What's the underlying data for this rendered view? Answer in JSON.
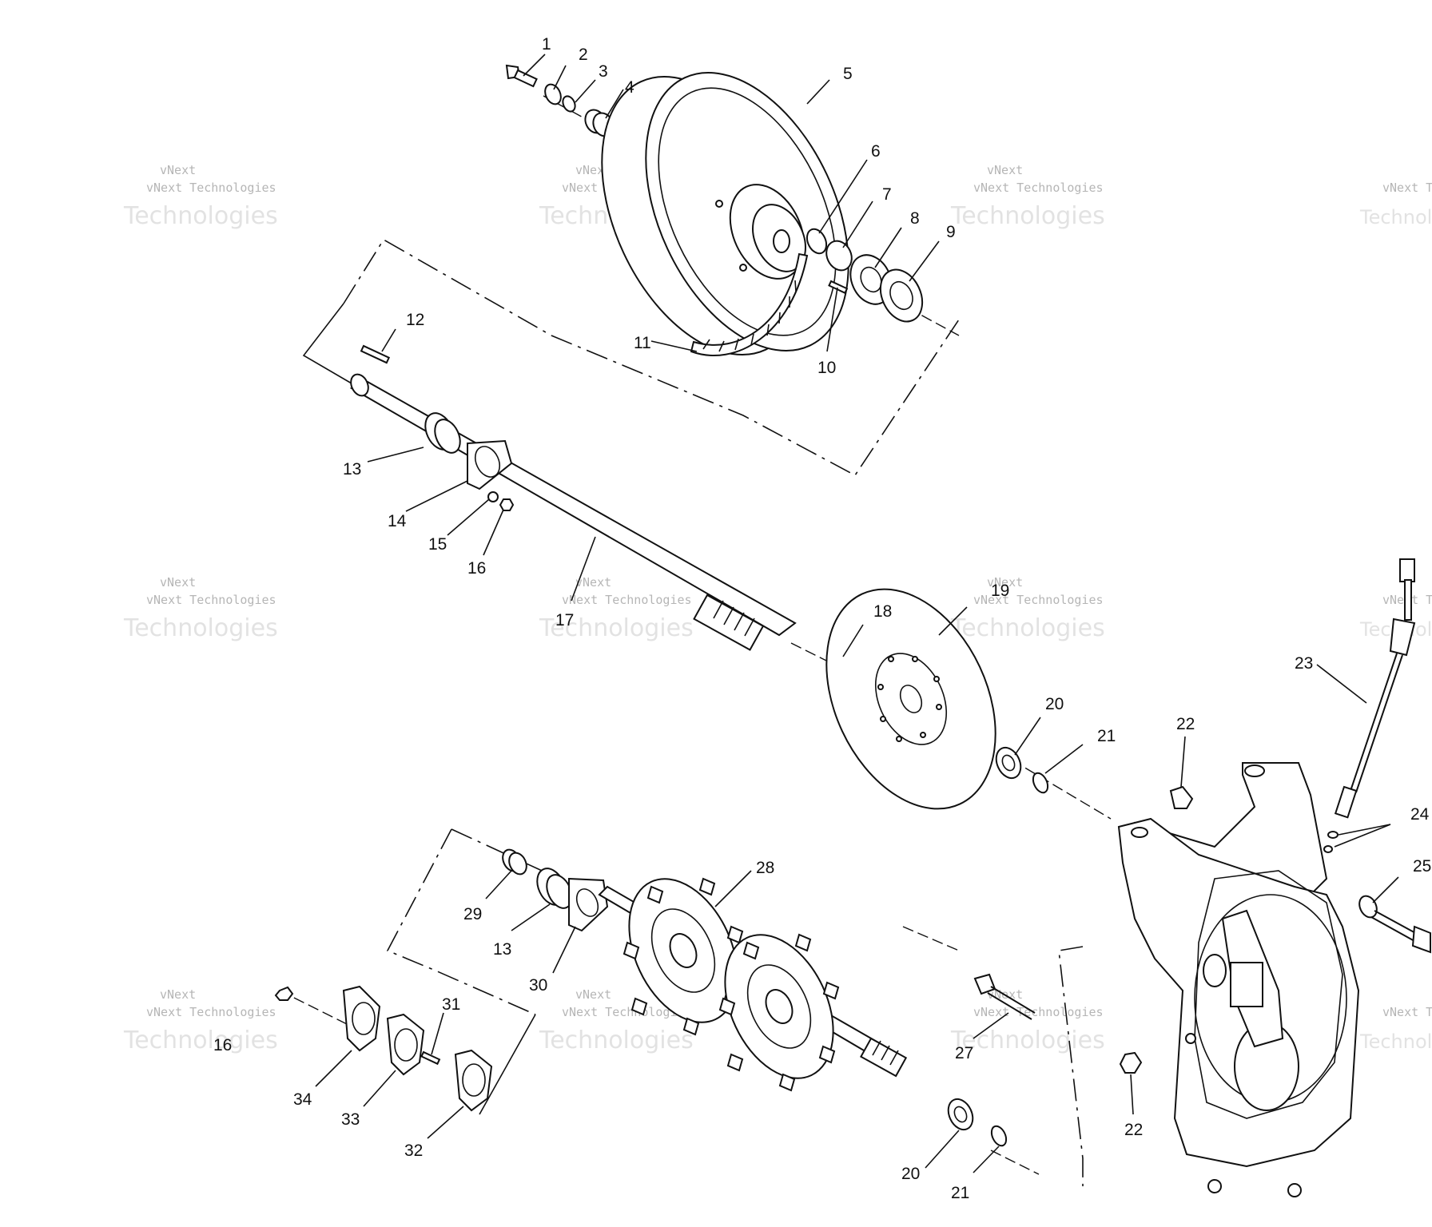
{
  "watermark": {
    "line1": "vNext",
    "line2": "vNext Technologies",
    "line3": "Technologies"
  },
  "callouts": [
    "1",
    "2",
    "3",
    "4",
    "5",
    "6",
    "7",
    "8",
    "9",
    "10",
    "11",
    "12",
    "13",
    "14",
    "15",
    "16",
    "17",
    "18",
    "19",
    "20",
    "21",
    "22",
    "23",
    "24",
    "25",
    "13",
    "29",
    "30",
    "28",
    "31",
    "34",
    "33",
    "32",
    "16",
    "27",
    "22",
    "20",
    "21"
  ]
}
